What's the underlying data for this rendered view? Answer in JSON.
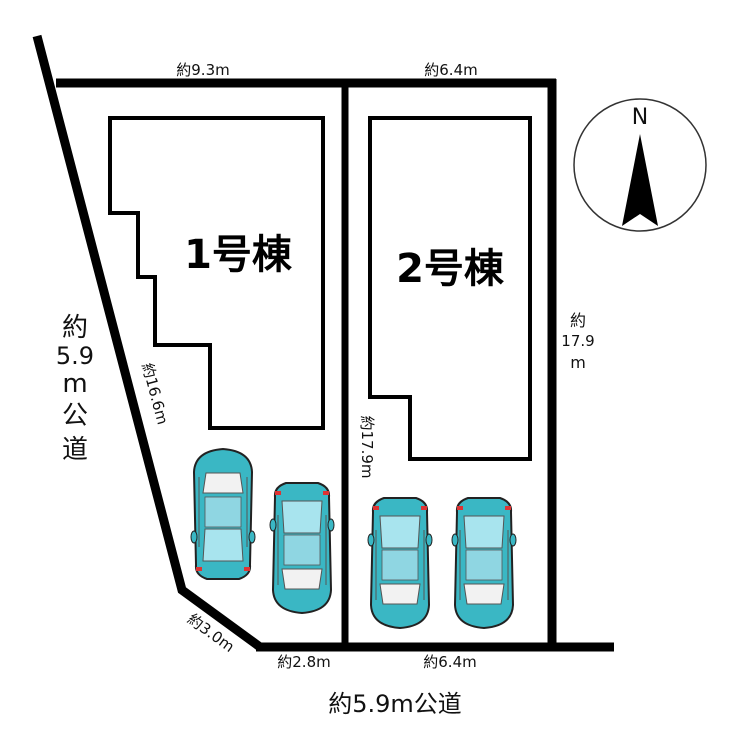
{
  "lots": [
    {
      "name": "1号棟"
    },
    {
      "name": "2号棟"
    }
  ],
  "compass": {
    "label": "N"
  },
  "dimensions": {
    "top_left": "約9.3m",
    "top_right": "約6.4m",
    "right_side": [
      "約",
      "17.9",
      "m"
    ],
    "middle_boundary": "約17.9m",
    "left_diagonal": "約16.6m",
    "corner_cut": "約3.0m",
    "bottom_left": "約2.8m",
    "bottom_right": "約6.4m"
  },
  "roads": {
    "west_lines": [
      "約",
      "5.9",
      "m",
      "公",
      "道"
    ],
    "south": "約5.9m公道"
  },
  "colors": {
    "car_body": "#3ab7c4",
    "car_window": "#a8e4ee",
    "outline": "#000000"
  }
}
